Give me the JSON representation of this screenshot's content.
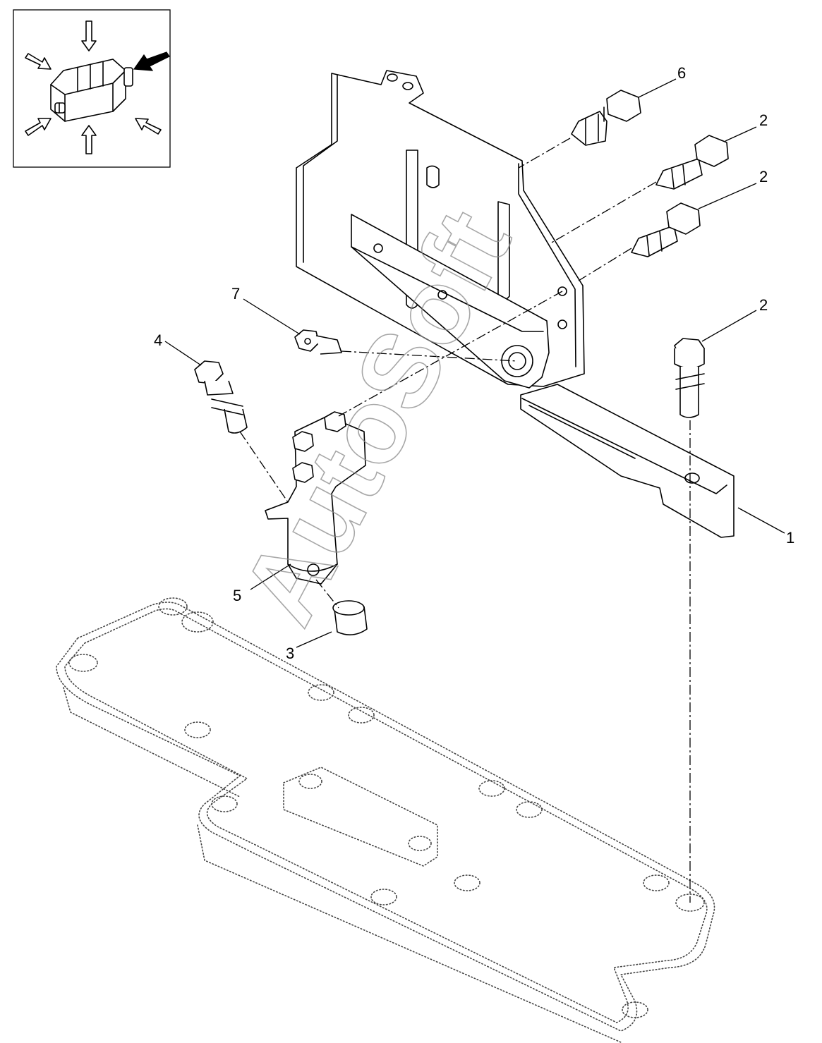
{
  "watermark": "AutoSoft",
  "callouts": {
    "c1": "1",
    "c2a": "2",
    "c2b": "2",
    "c2c": "2",
    "c3": "3",
    "c4": "4",
    "c5": "5",
    "c6": "6",
    "c7": "7"
  }
}
